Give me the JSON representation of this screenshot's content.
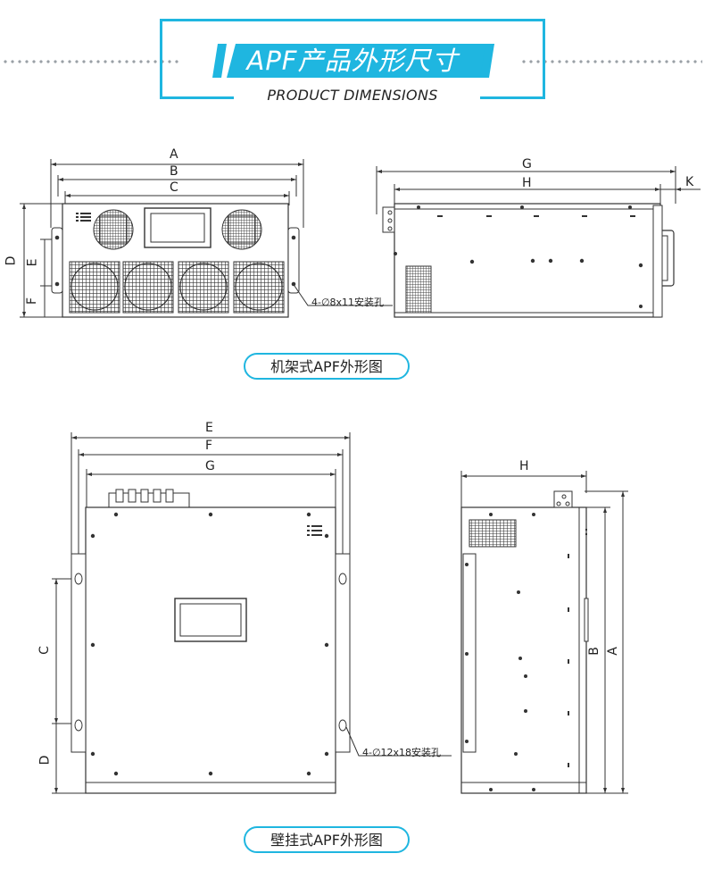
{
  "header": {
    "title": "APF产品外形尺寸",
    "subtitle": "PRODUCT DIMENSIONS",
    "accent_color": "#1fb6e0"
  },
  "rack": {
    "caption": "机架式APF外形图",
    "front_dims": {
      "a": "A",
      "b": "B",
      "c": "C",
      "d": "D",
      "e": "E",
      "f": "F"
    },
    "side_dims": {
      "g": "G",
      "h": "H",
      "k": "K"
    },
    "hole_note": "4-∅8x11安装孔"
  },
  "wall": {
    "caption": "壁挂式APF外形图",
    "front_dims": {
      "e": "E",
      "f": "F",
      "g": "G",
      "c": "C",
      "d": "D"
    },
    "side_dims": {
      "h": "H",
      "b": "B",
      "a": "A"
    },
    "hole_note": "4-∅12x18安装孔"
  }
}
